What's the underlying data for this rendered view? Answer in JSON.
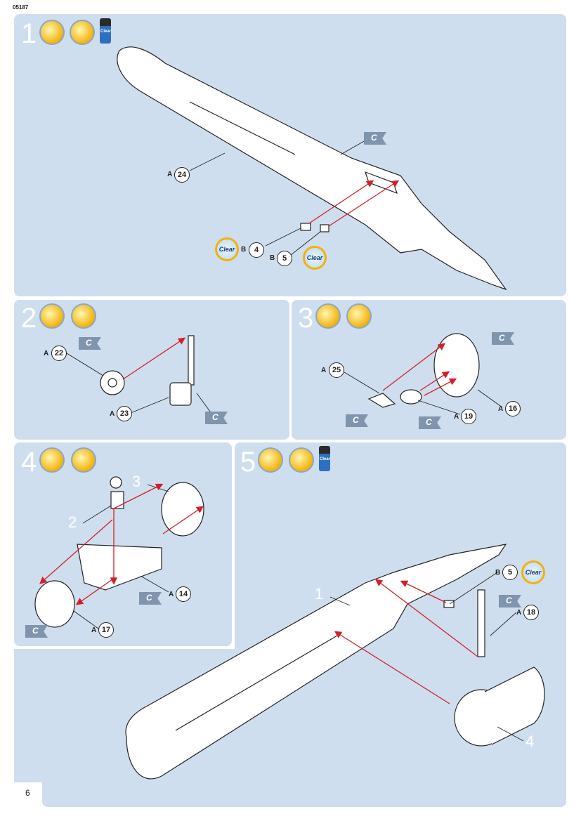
{
  "header": {
    "code": "05187"
  },
  "footer": {
    "page": "6"
  },
  "colors": {
    "panel": "#cfdeee",
    "arrow": "#d0202a",
    "paint": "#f2b20c"
  },
  "steps": [
    {
      "number": "1",
      "icons": [
        "paint-drop-icon",
        "brush-icon",
        "clear-bottle-icon"
      ],
      "parts": [
        {
          "sprue": "A",
          "num": "24"
        },
        {
          "sprue": "B",
          "num": "4"
        },
        {
          "sprue": "B",
          "num": "5"
        }
      ],
      "paint_labels": [
        "C"
      ],
      "clear_labels": [
        "Clear",
        "Clear"
      ]
    },
    {
      "number": "2",
      "icons": [
        "paint-drop-icon",
        "brush-icon"
      ],
      "parts": [
        {
          "sprue": "A",
          "num": "22"
        },
        {
          "sprue": "A",
          "num": "23"
        }
      ],
      "paint_labels": [
        "C",
        "C"
      ]
    },
    {
      "number": "3",
      "icons": [
        "paint-drop-icon",
        "brush-icon"
      ],
      "parts": [
        {
          "sprue": "A",
          "num": "25"
        },
        {
          "sprue": "A",
          "num": "19"
        },
        {
          "sprue": "A",
          "num": "16"
        }
      ],
      "paint_labels": [
        "C",
        "C",
        "C"
      ]
    },
    {
      "number": "4",
      "icons": [
        "paint-drop-icon",
        "brush-icon"
      ],
      "parts": [
        {
          "sprue": "A",
          "num": "14"
        },
        {
          "sprue": "A",
          "num": "17"
        }
      ],
      "paint_labels": [
        "C",
        "C"
      ],
      "refs": [
        "3",
        "2"
      ]
    },
    {
      "number": "5",
      "icons": [
        "paint-drop-icon",
        "brush-icon",
        "clear-bottle-icon"
      ],
      "parts": [
        {
          "sprue": "B",
          "num": "5"
        },
        {
          "sprue": "A",
          "num": "18"
        }
      ],
      "paint_labels": [
        "C"
      ],
      "clear_labels": [
        "Clear"
      ],
      "refs": [
        "1",
        "4"
      ]
    }
  ],
  "bottle_label": "Clear"
}
